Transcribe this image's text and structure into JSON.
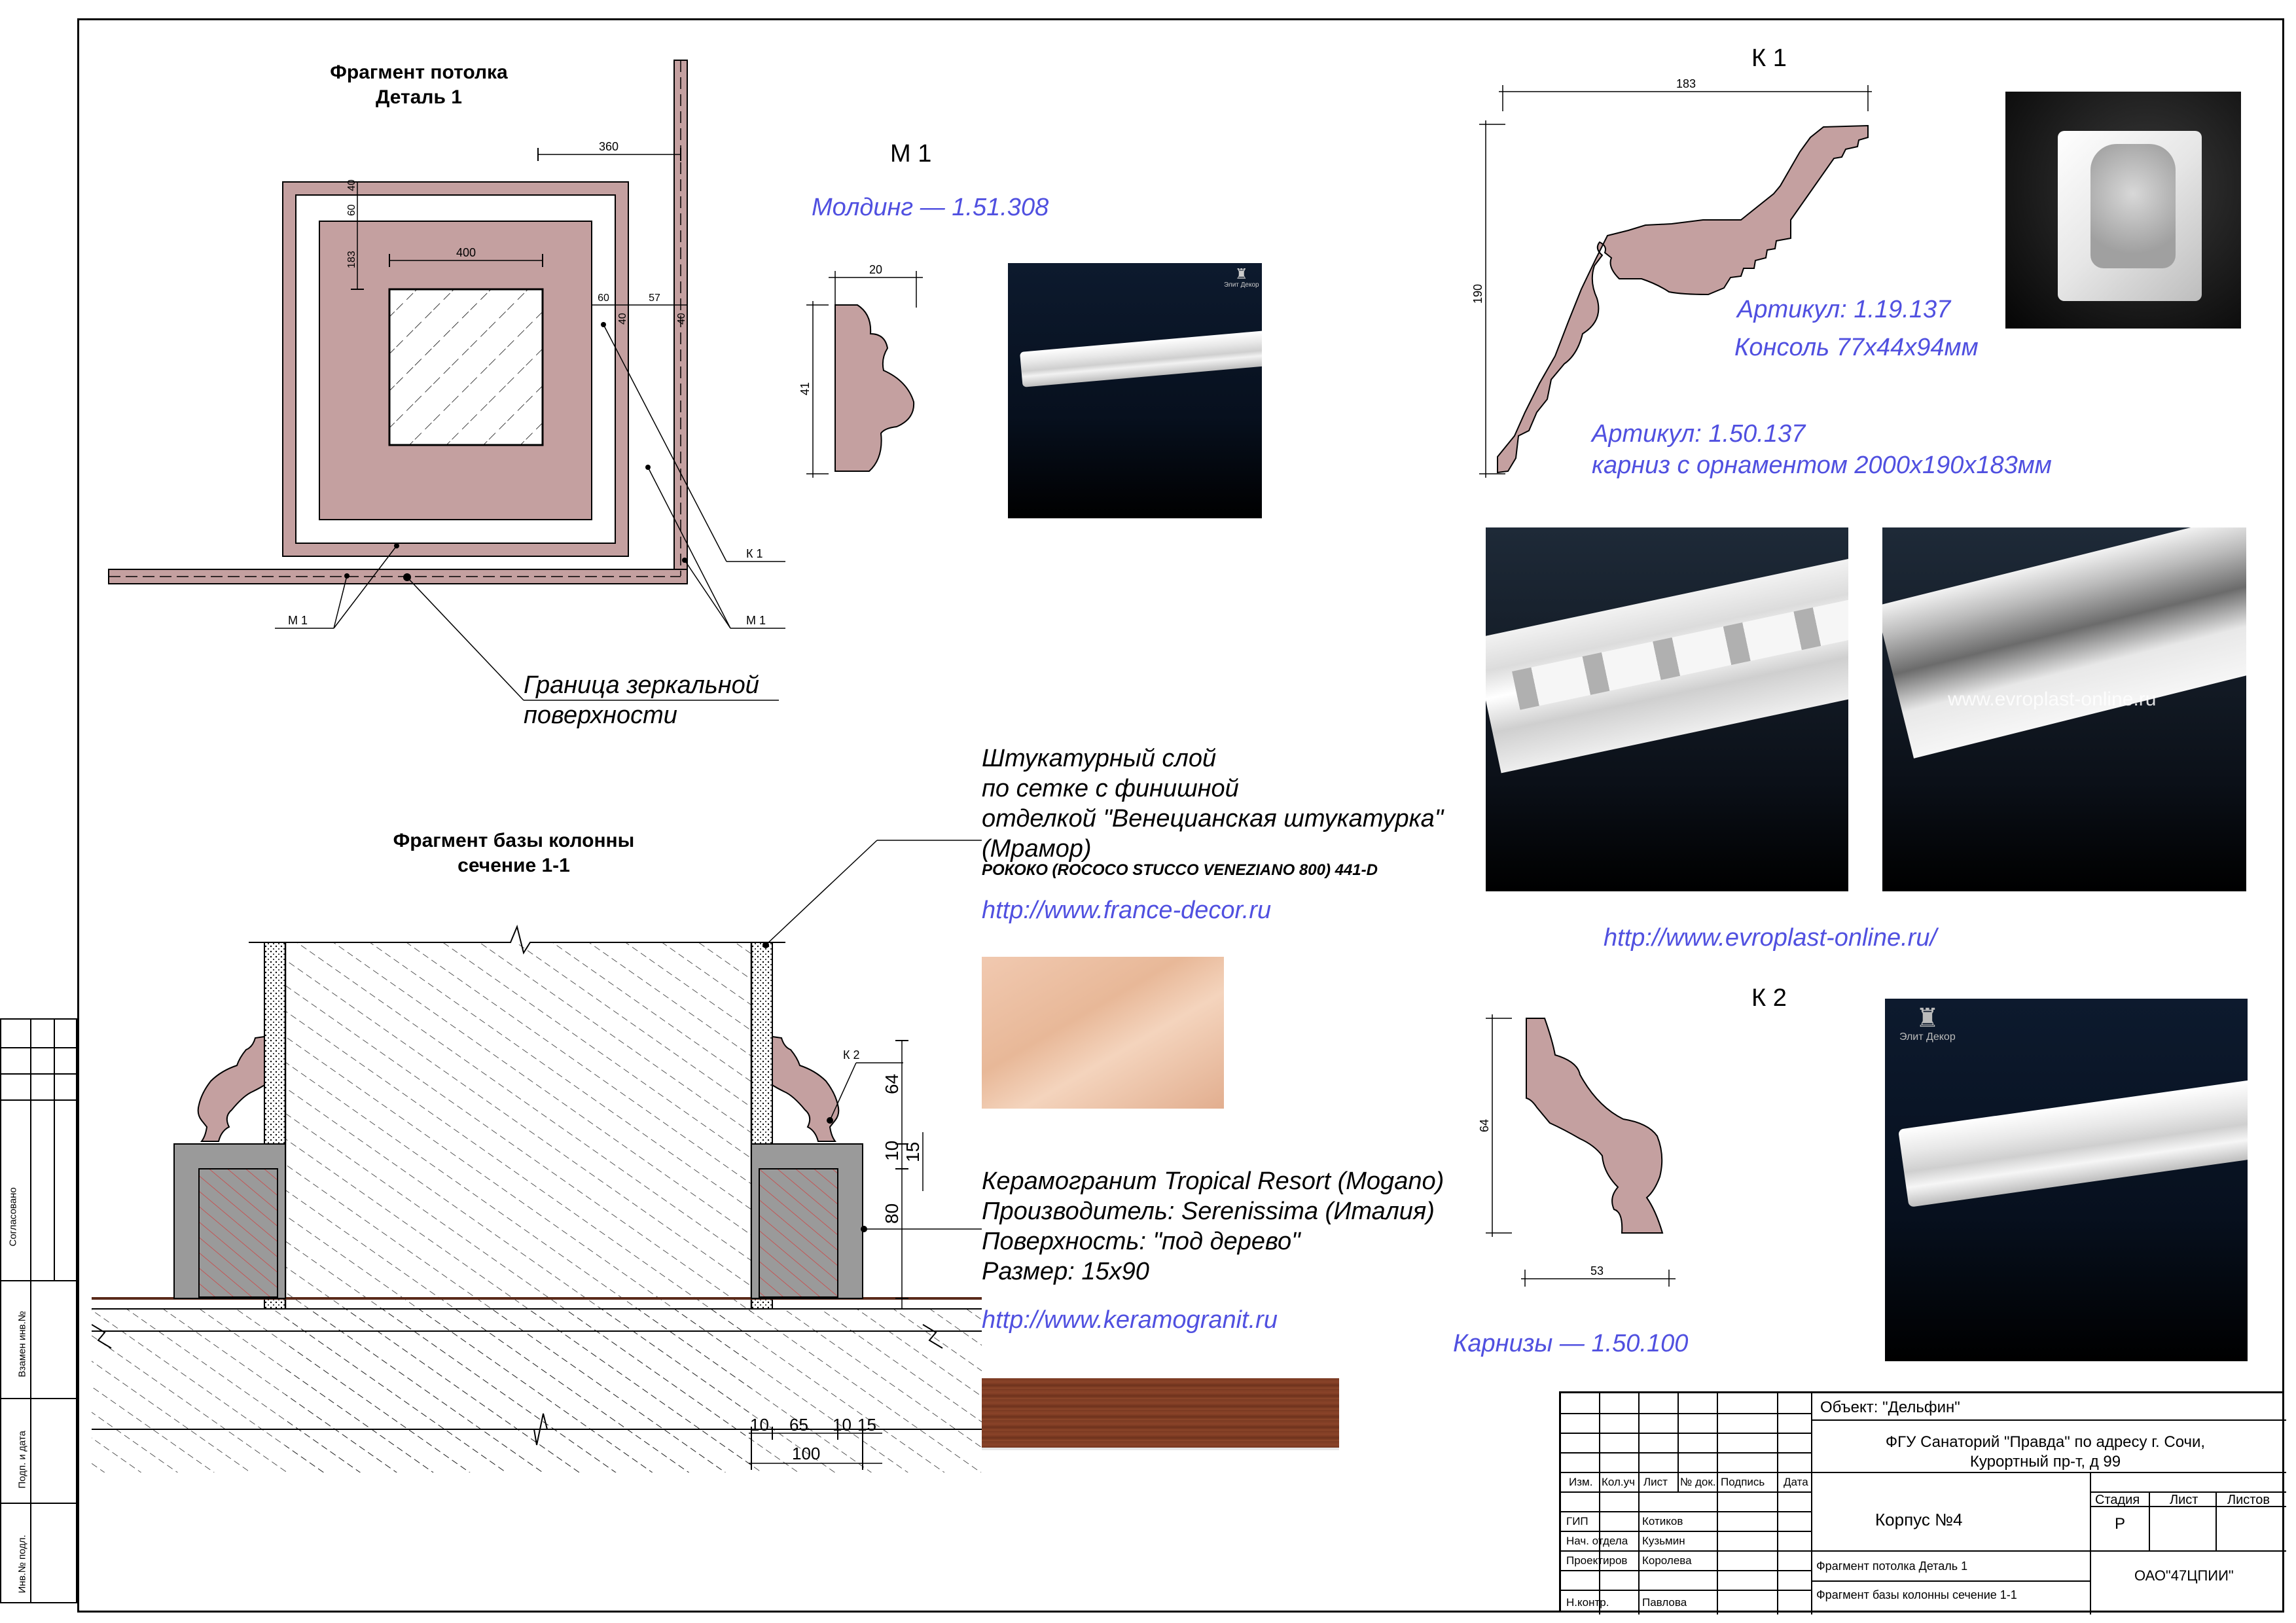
{
  "drawing": {
    "ceiling_title": [
      "Фрагмент потолка",
      "Деталь 1"
    ],
    "column_title": [
      "Фрагмент базы колонны",
      "сечение 1-1"
    ],
    "ceiling_dims": {
      "d360": "360",
      "d400": "400",
      "d40a": "40",
      "d60a": "60",
      "d183": "183",
      "d60b": "60",
      "d40b": "40",
      "d57": "57",
      "d40c": "40"
    },
    "ceiling_labels": {
      "k1": "К 1",
      "m1_left": "М 1",
      "m1_right": "М 1"
    },
    "mirror_boundary": [
      "Граница зеркальной",
      "поверхности"
    ],
    "column_dims": {
      "k2": "К 2",
      "d64": "64",
      "d10": "10",
      "d15": "15",
      "d80": "80",
      "b10a": "10",
      "b65": "65",
      "b10b": "10",
      "b15": "15",
      "b100": "100"
    }
  },
  "m1": {
    "heading": "М 1",
    "link": "Молдинг — 1.51.308",
    "dim_w": "20",
    "dim_h": "41"
  },
  "k1": {
    "heading": "К 1",
    "dim_w": "183",
    "dim_h": "190",
    "article1": "Артикул: 1.19.137",
    "article1_sub": "Консоль 77х44х94мм",
    "article2": "Артикул: 1.50.137",
    "article2_sub": "карниз с орнаментом 2000х190х183мм",
    "photo_watermark": "www.evroplast-online.ru",
    "url": "http://www.evroplast-online.ru/"
  },
  "k2": {
    "heading": "К 2",
    "dim_h": "64",
    "dim_w": "53",
    "link": "Карнизы — 1.50.100",
    "photo_brand": "Элит Декор"
  },
  "m1_photo_brand": "Элит Декор",
  "plaster": {
    "lines": [
      "Штукатурный слой",
      "по сетке с финишной",
      "отделкой \"Венецианская штукатурка\"",
      "(Мрамор)"
    ],
    "code": "РОКОКО (ROCOCO STUCCO VENEZIANO 800)  441-D",
    "url": "http://www.france-decor.ru"
  },
  "ceramic": {
    "lines": [
      "Керамогранит Tropical Resort (Mogano)",
      "Производитель: Serenissima (Италия)",
      "Поверхность: \"под дерево\"",
      "Размер: 15х90"
    ],
    "url": "http://www.keramogranit.ru"
  },
  "side_stamp": [
    "Согласовано",
    "Взамен инв.№",
    "Подп. и дата",
    "Инв.№ подл."
  ],
  "title_block": {
    "object": "Объект: \"Дельфин\"",
    "address": [
      "ФГУ Санаторий \"Правда\" по адресу г. Сочи,",
      "Курортный пр-т, д 99"
    ],
    "cols": [
      "Изм.",
      "Кол.уч",
      "Лист",
      "№ док.",
      "Подпись",
      "Дата"
    ],
    "building": "Корпус №4",
    "stage_headers": [
      "Стадия",
      "Лист",
      "Листов"
    ],
    "stage_value": "Р",
    "staff": [
      {
        "role": "ГИП",
        "name": "Котиков"
      },
      {
        "role": "Нач. отдела",
        "name": "Кузьмин"
      },
      {
        "role": "Проектиров",
        "name": "Королева"
      },
      {
        "role": "",
        "name": ""
      },
      {
        "role": "Н.контр.",
        "name": "Павлова"
      }
    ],
    "sheet_titles": [
      "Фрагмент потолка  Деталь 1",
      "Фрагмент базы колонны  сечение 1-1"
    ],
    "org": "ОАО\"47ЦПИИ\""
  },
  "colors": {
    "mauve": "#c4a0a0",
    "blue": "#5050e0",
    "line": "#000000"
  }
}
